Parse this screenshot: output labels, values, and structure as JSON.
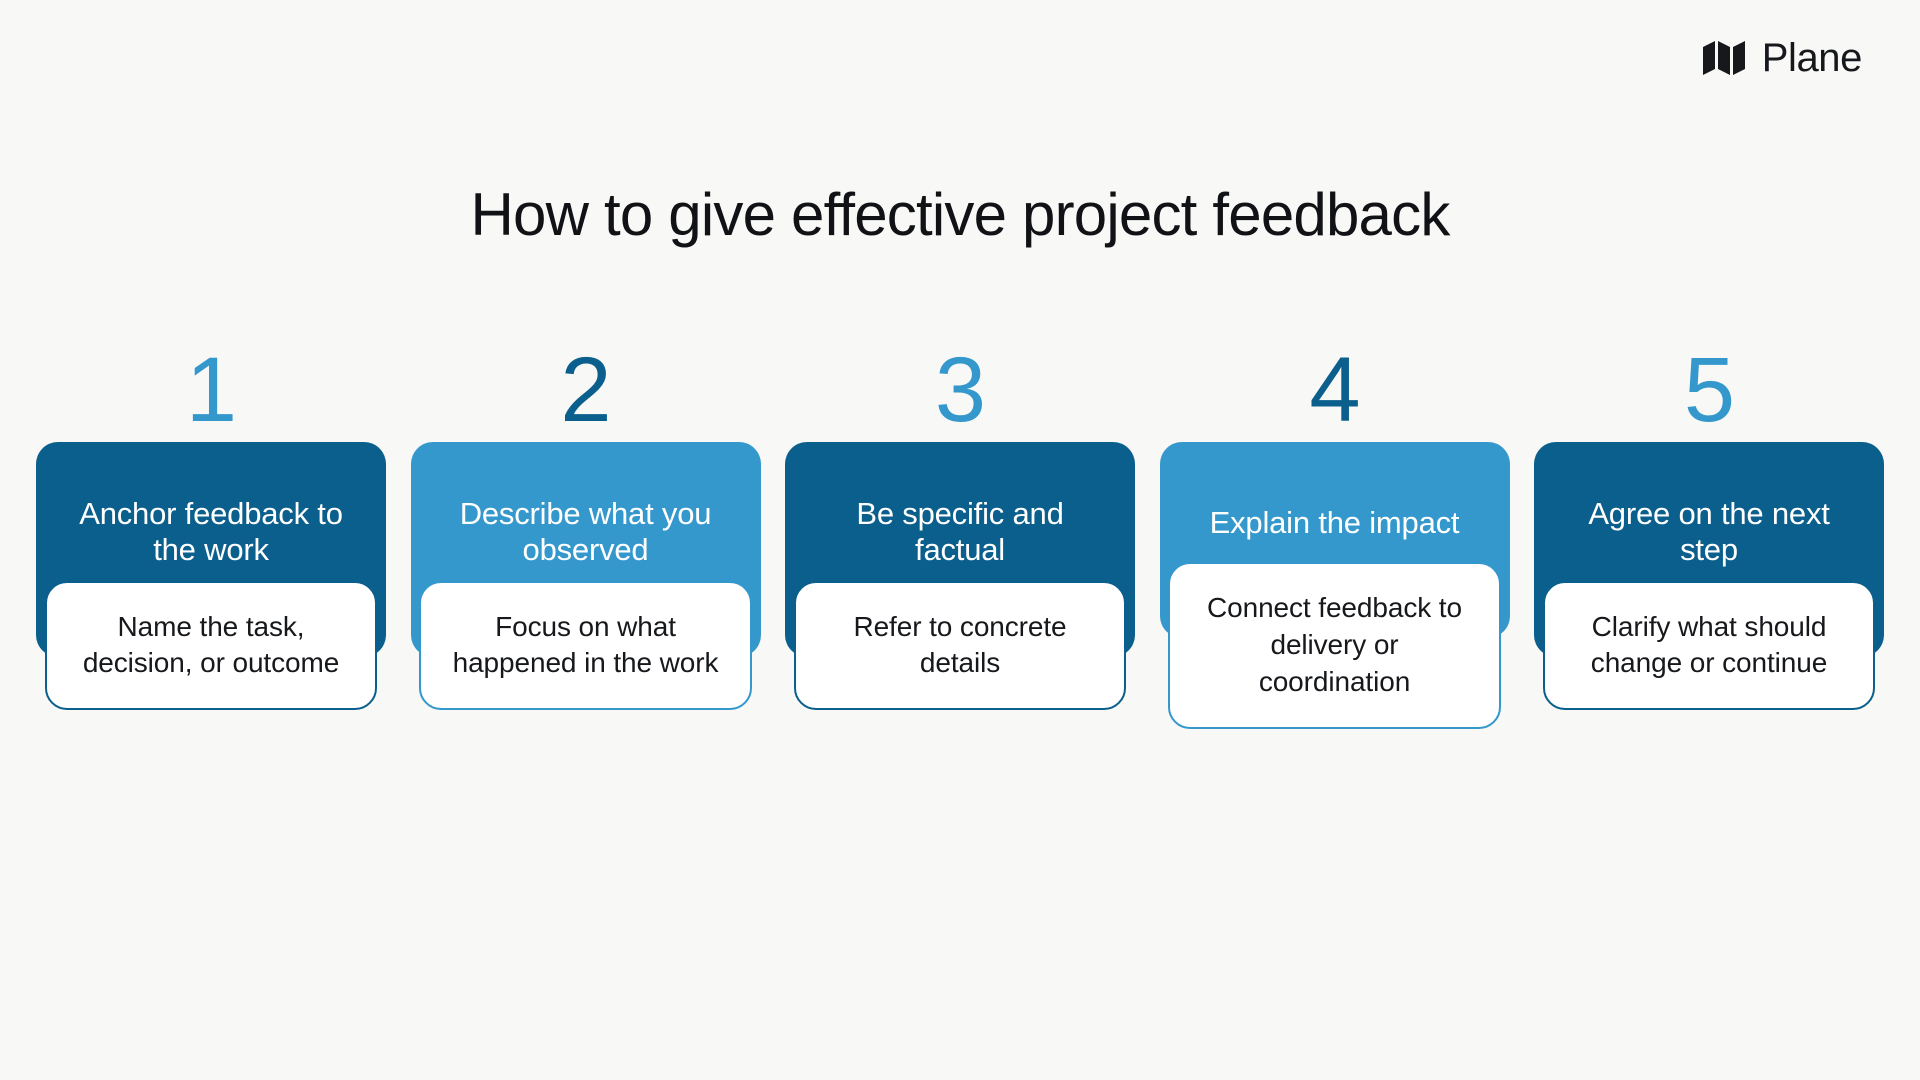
{
  "brand": {
    "name": "Plane",
    "mark_icon": "plane-logo-icon"
  },
  "title": "How to give effective project feedback",
  "colors": {
    "background": "#f8f8f7",
    "dark_blue": "#0b5f8c",
    "light_blue": "#3498cc",
    "title_text": "#111215",
    "header_text": "#ffffff",
    "body_text": "#16181c"
  },
  "steps": [
    {
      "number": "1",
      "number_color": "#3498cc",
      "header_bg": "#0b5f8c",
      "border_color": "#0b5f8c",
      "header": "Anchor feedback to the work",
      "body": "Name the task, decision, or outcome"
    },
    {
      "number": "2",
      "number_color": "#0b5f8c",
      "header_bg": "#3498cc",
      "border_color": "#3498cc",
      "header": "Describe what you observed",
      "body": "Focus on what happened in the work"
    },
    {
      "number": "3",
      "number_color": "#3498cc",
      "header_bg": "#0b5f8c",
      "border_color": "#0b5f8c",
      "header": "Be specific and factual",
      "body": "Refer to concrete details"
    },
    {
      "number": "4",
      "number_color": "#0b5f8c",
      "header_bg": "#3498cc",
      "border_color": "#3498cc",
      "header": "Explain the impact",
      "body": "Connect feedback to delivery or coordination"
    },
    {
      "number": "5",
      "number_color": "#3498cc",
      "header_bg": "#0b5f8c",
      "border_color": "#0b5f8c",
      "header": "Agree on the next step",
      "body": "Clarify what should change or continue"
    }
  ]
}
